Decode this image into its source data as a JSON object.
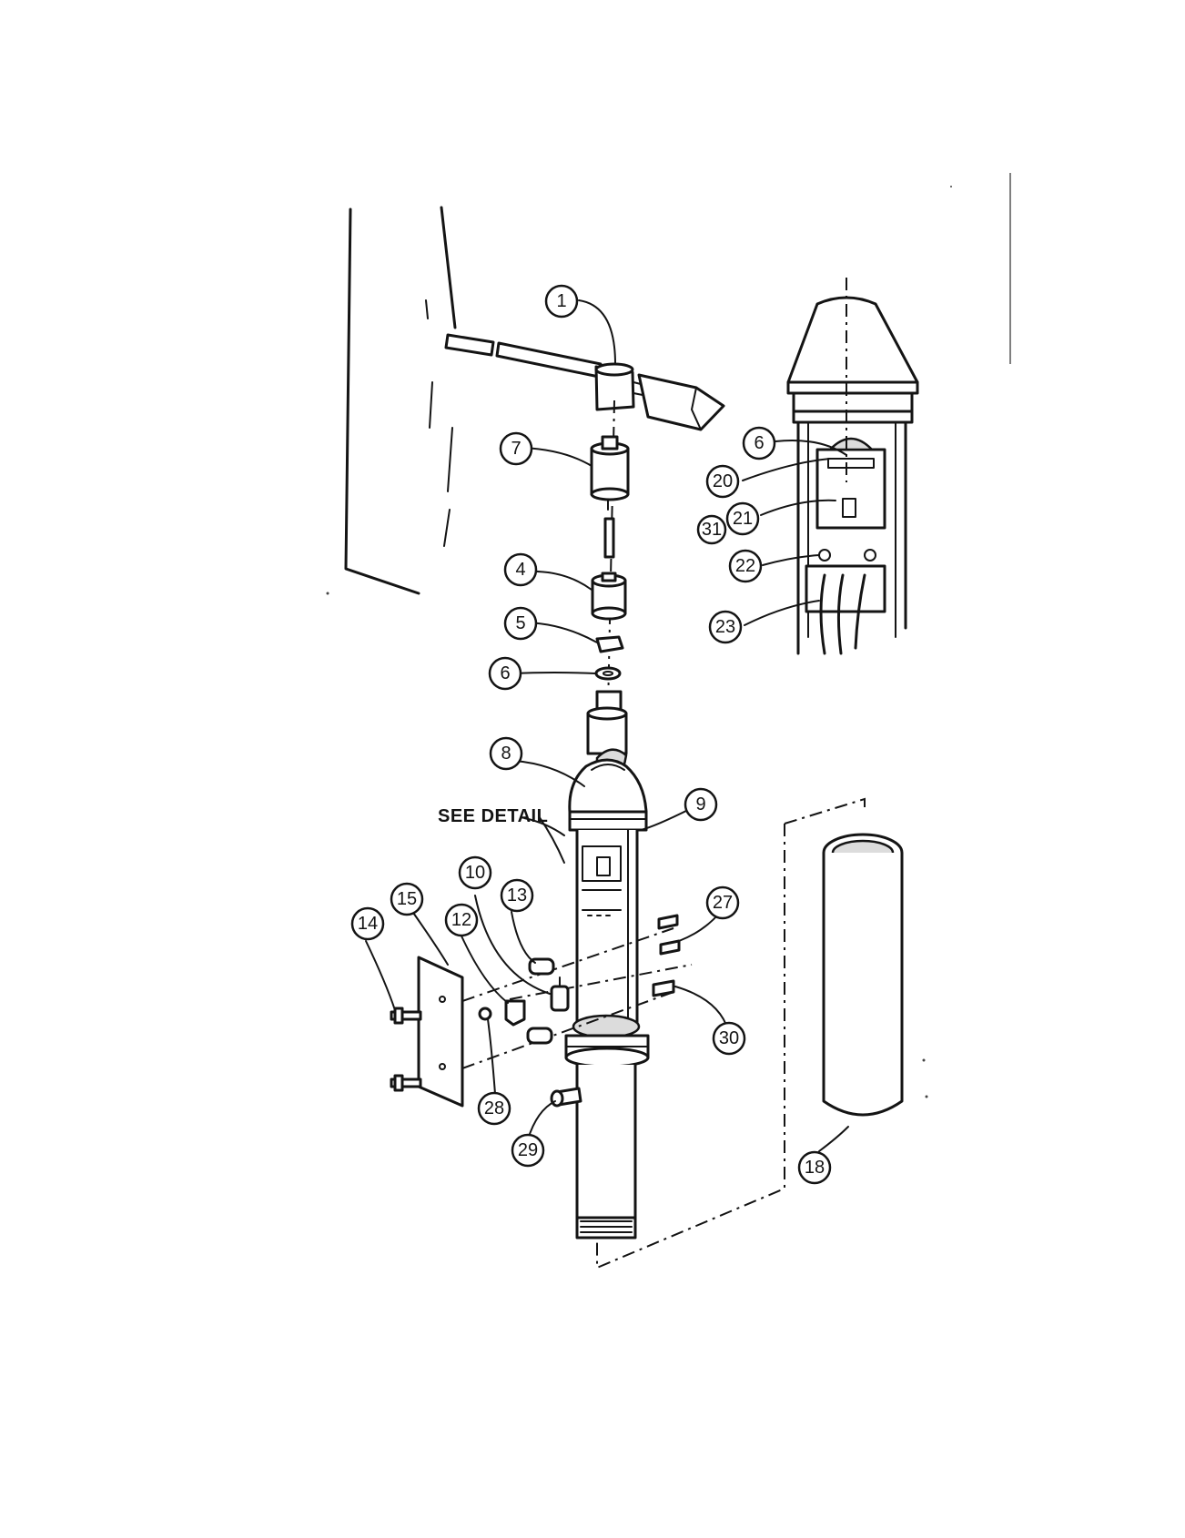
{
  "diagram": {
    "callouts": {
      "c1": "1",
      "c7": "7",
      "c4": "4",
      "c5": "5",
      "c6a": "6",
      "c8": "8",
      "c9": "9",
      "c10": "10",
      "c13": "13",
      "c15": "15",
      "c12": "12",
      "c14": "14",
      "c27": "27",
      "c30": "30",
      "c28": "28",
      "c29": "29",
      "c18": "18",
      "c6b": "6",
      "c20": "20",
      "c21": "21",
      "c31": "31",
      "c22": "22",
      "c23": "23"
    },
    "note": "SEE DETAIL"
  },
  "colors": {
    "ink": "#141414",
    "paper": "#ffffff"
  }
}
